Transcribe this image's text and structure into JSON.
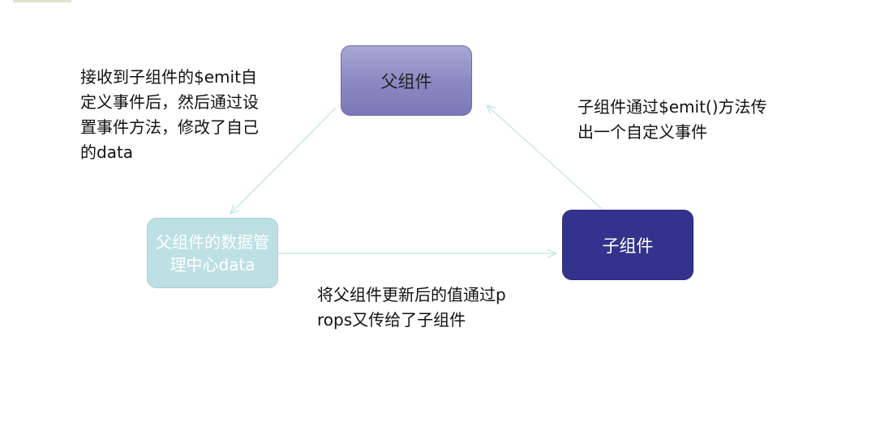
{
  "nodes": {
    "parent": {
      "label": "父组件"
    },
    "child": {
      "label": "子组件"
    },
    "data_center": {
      "label": "父组件的数据管理中心data"
    }
  },
  "notes": {
    "left": "接收到子组件的$emit自定义事件后，然后通过设置事件方法，修改了自己的data",
    "right": "子组件通过$emit()方法传出一个自定义事件",
    "bottom": "将父组件更新后的值通过props又传给了子组件"
  },
  "colors": {
    "arrow": "#bfe3e6",
    "parent_fill": "#8a87c2",
    "child_fill": "#33338e",
    "data_fill": "#bde0e4"
  }
}
